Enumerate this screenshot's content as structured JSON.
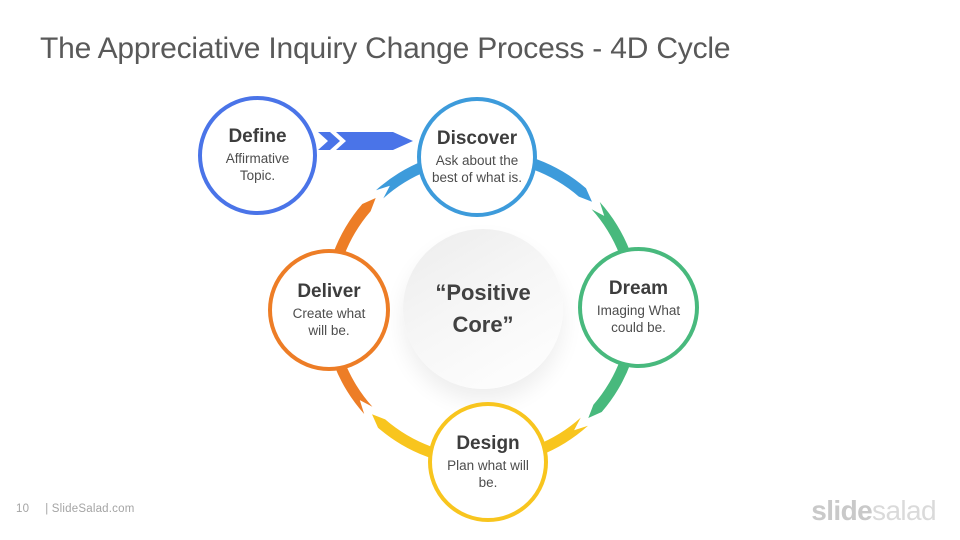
{
  "slide": {
    "title": "The Appreciative Inquiry Change Process - 4D Cycle",
    "footer": {
      "page_number": "10",
      "site_credit": "| SlideSalad.com"
    },
    "logo": {
      "part_bold": "slide",
      "part_light": "salad"
    }
  },
  "diagram": {
    "center": {
      "label": "“Positive Core”"
    },
    "arrow_color": "#4A74E8",
    "steps": [
      {
        "id": "define",
        "title": "Define",
        "desc": "Affirmative Topic.",
        "color": "#4A74E8"
      },
      {
        "id": "discover",
        "title": "Discover",
        "desc": "Ask about the best of what is.",
        "color": "#3D9BDB"
      },
      {
        "id": "dream",
        "title": "Dream",
        "desc": "Imaging What could be.",
        "color": "#48B97D"
      },
      {
        "id": "design",
        "title": "Design",
        "desc": "Plan what will be.",
        "color": "#F8C51E"
      },
      {
        "id": "deliver",
        "title": "Deliver",
        "desc": "Create what will be.",
        "color": "#ED7D26"
      }
    ]
  }
}
